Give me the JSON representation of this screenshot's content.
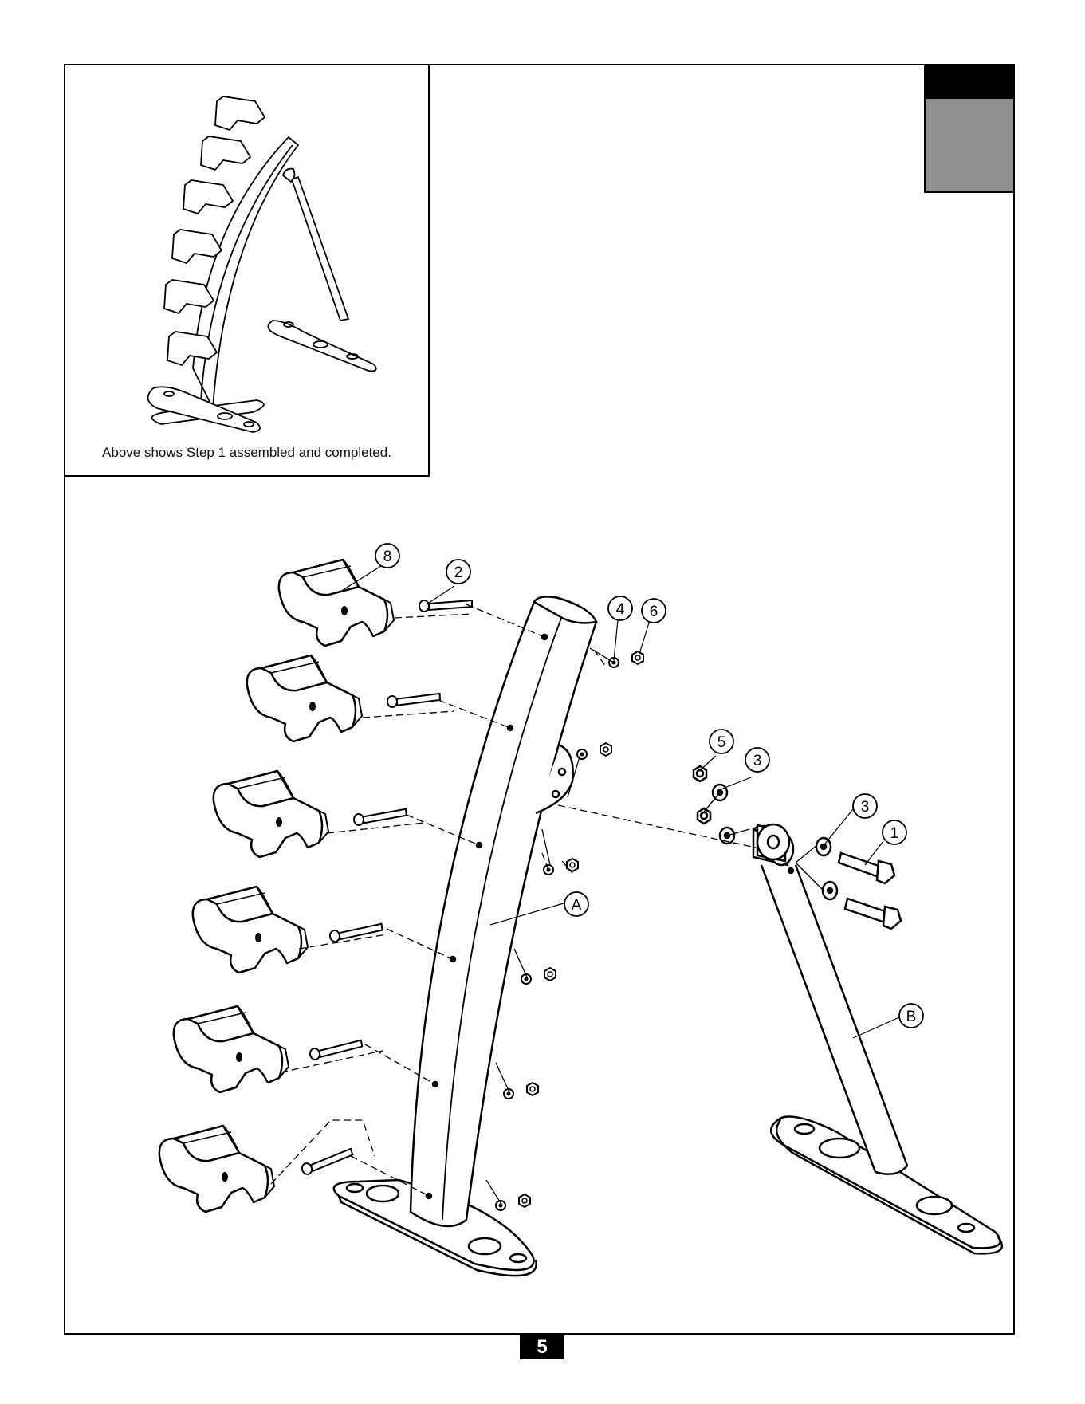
{
  "inset": {
    "caption": "Above shows Step 1 assembled and completed."
  },
  "page_number": "5",
  "callouts": {
    "c8": "8",
    "c2": "2",
    "c4": "4",
    "c6": "6",
    "c5": "5",
    "c3a": "3",
    "c3b": "3",
    "c1": "1",
    "cA": "A",
    "cB": "B"
  }
}
